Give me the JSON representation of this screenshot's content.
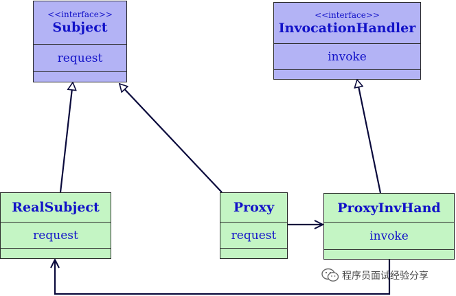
{
  "classes": {
    "subject": {
      "stereotype": "<<interface>>",
      "name": "Subject",
      "method": "request"
    },
    "invocation_handler": {
      "stereotype": "<<interface>>",
      "name": "InvocationHandler",
      "method": "invoke"
    },
    "real_subject": {
      "name": "RealSubject",
      "method": "request"
    },
    "proxy": {
      "name": "Proxy",
      "method": "request"
    },
    "proxy_inv_hand": {
      "name": "ProxyInvHand",
      "method": "invoke"
    }
  },
  "colors": {
    "interface_fill": "#b3b3f5",
    "class_fill": "#c4f5c4",
    "text": "#1212c8",
    "arrow": "#0a0a3c"
  },
  "watermark": {
    "icon": "wechat-icon",
    "text": "程序员面试经验分享"
  }
}
